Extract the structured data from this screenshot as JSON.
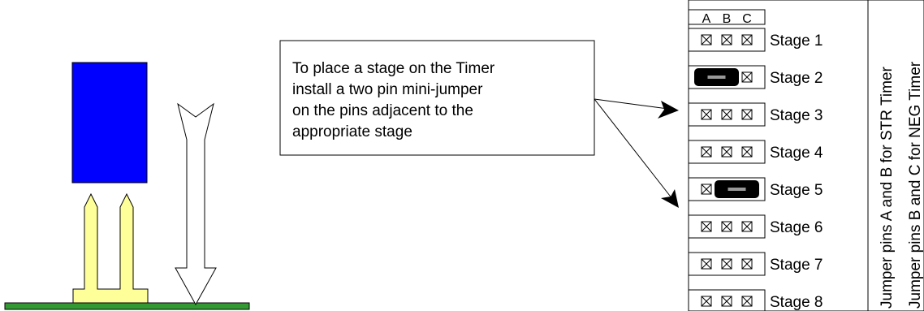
{
  "callout": {
    "lines": [
      "To place a stage on the Timer",
      "install a two pin mini-jumper",
      "on the pins adjacent to the",
      "appropriate stage"
    ]
  },
  "header_pins": [
    "A",
    "B",
    "C"
  ],
  "stages": [
    {
      "label": "Stage 1",
      "jumper": "none"
    },
    {
      "label": "Stage 2",
      "jumper": "AB"
    },
    {
      "label": "Stage 3",
      "jumper": "none"
    },
    {
      "label": "Stage 4",
      "jumper": "none"
    },
    {
      "label": "Stage 5",
      "jumper": "BC"
    },
    {
      "label": "Stage 6",
      "jumper": "none"
    },
    {
      "label": "Stage 7",
      "jumper": "none"
    },
    {
      "label": "Stage 8",
      "jumper": "none"
    }
  ],
  "side_labels": {
    "str": "Jumper pins A and B for STR Timer",
    "neg": "Jumper pins B and C for NEG Timer"
  },
  "colors": {
    "jumper_body": "#0000ff",
    "pins": "#ffff99",
    "board": "#339933",
    "jumper_cap": "#000000",
    "jumper_cap_bar": "#999999"
  },
  "icons": {
    "pin": "boxed-x-pin",
    "arrow": "down-arrow-outline"
  }
}
